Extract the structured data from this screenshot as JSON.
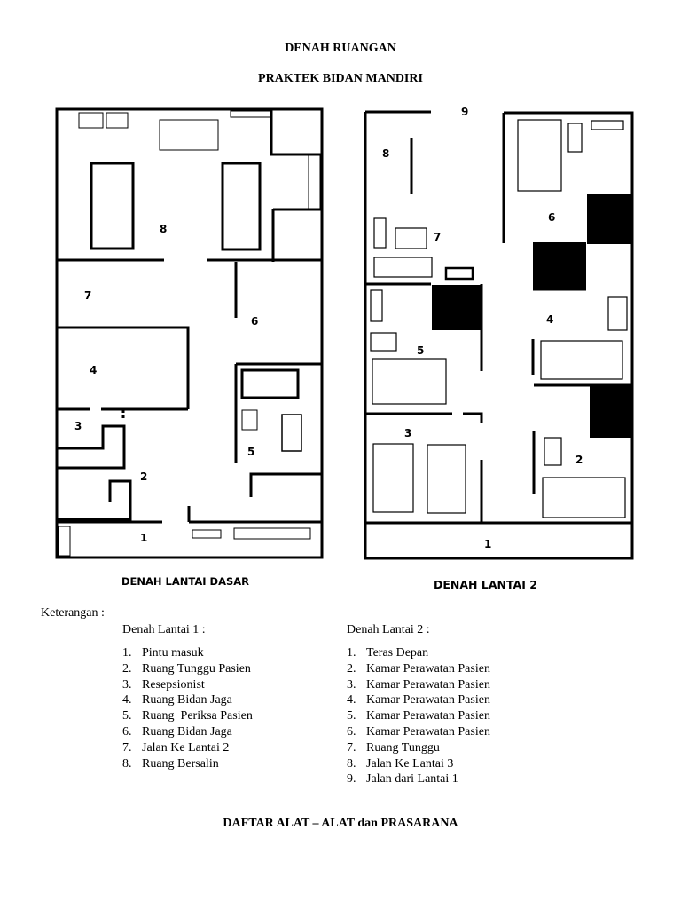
{
  "header": {
    "title": "DENAH RUANGAN",
    "subtitle": "PRAKTEK BIDAN MANDIRI"
  },
  "plans": {
    "ground": {
      "caption": "DENAH LANTAI DASAR",
      "labels": [
        "1",
        "2",
        "3",
        "4",
        "5",
        "6",
        "7",
        "8"
      ]
    },
    "second": {
      "caption": "DENAH LANTAI 2",
      "labels": [
        "1",
        "2",
        "3",
        "4",
        "5",
        "6",
        "7",
        "8",
        "9"
      ]
    }
  },
  "legend": {
    "heading": "Keterangan :",
    "floor1": {
      "heading": "Denah Lantai 1 :",
      "items": [
        {
          "num": "1.",
          "text": "Pintu masuk"
        },
        {
          "num": "2.",
          "text": "Ruang Tunggu Pasien"
        },
        {
          "num": "3.",
          "text": "Resepsionist"
        },
        {
          "num": "4.",
          "text": "Ruang Bidan Jaga"
        },
        {
          "num": "5.",
          "text": "Ruang  Periksa Pasien"
        },
        {
          "num": "6.",
          "text": "Ruang Bidan Jaga"
        },
        {
          "num": "7.",
          "text": "Jalan Ke Lantai 2"
        },
        {
          "num": "8.",
          "text": "Ruang Bersalin"
        }
      ]
    },
    "floor2": {
      "heading": "Denah Lantai 2 :",
      "items": [
        {
          "num": "1.",
          "text": "Teras Depan"
        },
        {
          "num": "2.",
          "text": "Kamar Perawatan Pasien"
        },
        {
          "num": "3.",
          "text": "Kamar Perawatan Pasien"
        },
        {
          "num": "4.",
          "text": "Kamar Perawatan Pasien"
        },
        {
          "num": "5.",
          "text": "Kamar Perawatan Pasien"
        },
        {
          "num": "6.",
          "text": "Kamar Perawatan Pasien"
        },
        {
          "num": "7.",
          "text": "Ruang Tunggu"
        },
        {
          "num": "8.",
          "text": "Jalan Ke Lantai 3"
        },
        {
          "num": "9.",
          "text": "Jalan dari Lantai 1"
        }
      ]
    }
  },
  "footer": {
    "section_title": "DAFTAR ALAT – ALAT dan PRASARANA"
  }
}
